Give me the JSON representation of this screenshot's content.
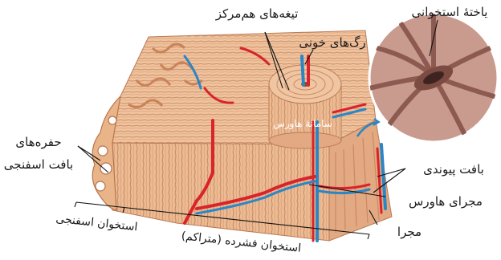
{
  "labels": {
    "bone_cell": "یاختهٔ استخوانی",
    "concentric_lamellae": "تیغه‌های هم‌مرکز",
    "blood_vessels": "رگ‌های خونی",
    "haversian_system": "سامانهٔ هاورس",
    "spongy_cavities_line1": "حفره‌های",
    "spongy_cavities_line2": "بافت اسفنجی",
    "connective_tissue": "بافت پیوندی",
    "haversian_canal": "مجرای هاورس",
    "canal": "مجرا",
    "spongy_bone": "استخوان اسفنجی",
    "compact_bone": "استخوان فشرده (متراکم)"
  },
  "colors": {
    "bone": "#e9b58c",
    "bone_dark": "#c98a63",
    "bone_light": "#f3cfae",
    "artery": "#d8242a",
    "vein": "#2a86c4",
    "leader": "#111111",
    "cell_circle": "#b7837a"
  }
}
